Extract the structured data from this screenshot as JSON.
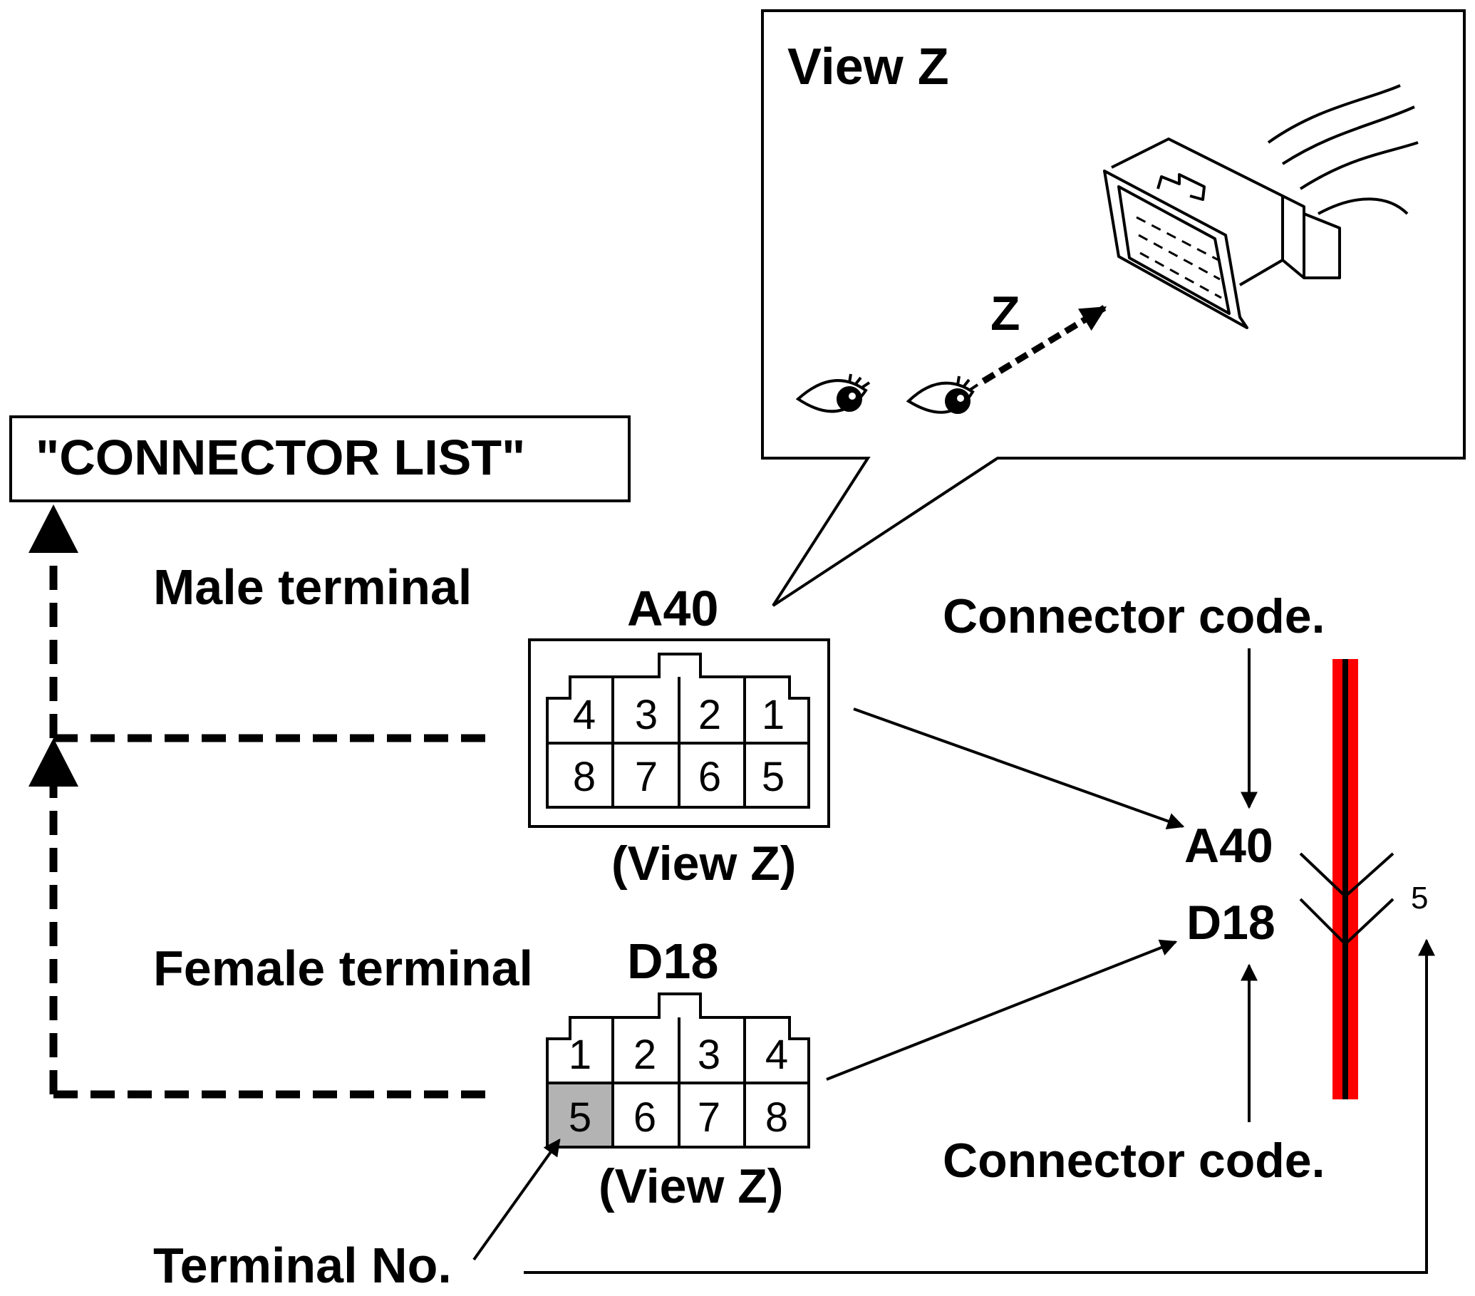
{
  "callout": {
    "title": "View Z",
    "arrow_label": "Z"
  },
  "connector_list_label": "\"CONNECTOR LIST\"",
  "male": {
    "heading": "Male terminal",
    "code": "A40",
    "view_label": "(View Z)",
    "pins_top": [
      "4",
      "3",
      "2",
      "1"
    ],
    "pins_bottom": [
      "8",
      "7",
      "6",
      "5"
    ]
  },
  "female": {
    "heading": "Female terminal",
    "code": "D18",
    "view_label": "(View Z)",
    "pins_top": [
      "1",
      "2",
      "3",
      "4"
    ],
    "pins_bottom": [
      "5",
      "6",
      "7",
      "8"
    ],
    "highlighted_pin": "5"
  },
  "symbol": {
    "code_top": "A40",
    "code_bottom": "D18",
    "terminal_number": "5",
    "connector_code_label_top": "Connector code.",
    "connector_code_label_bottom": "Connector code.",
    "wire_color": "#ff0000"
  },
  "terminal_no_label": "Terminal No.",
  "colors": {
    "highlight": "#b3b3b3",
    "wire": "#ff0000"
  }
}
